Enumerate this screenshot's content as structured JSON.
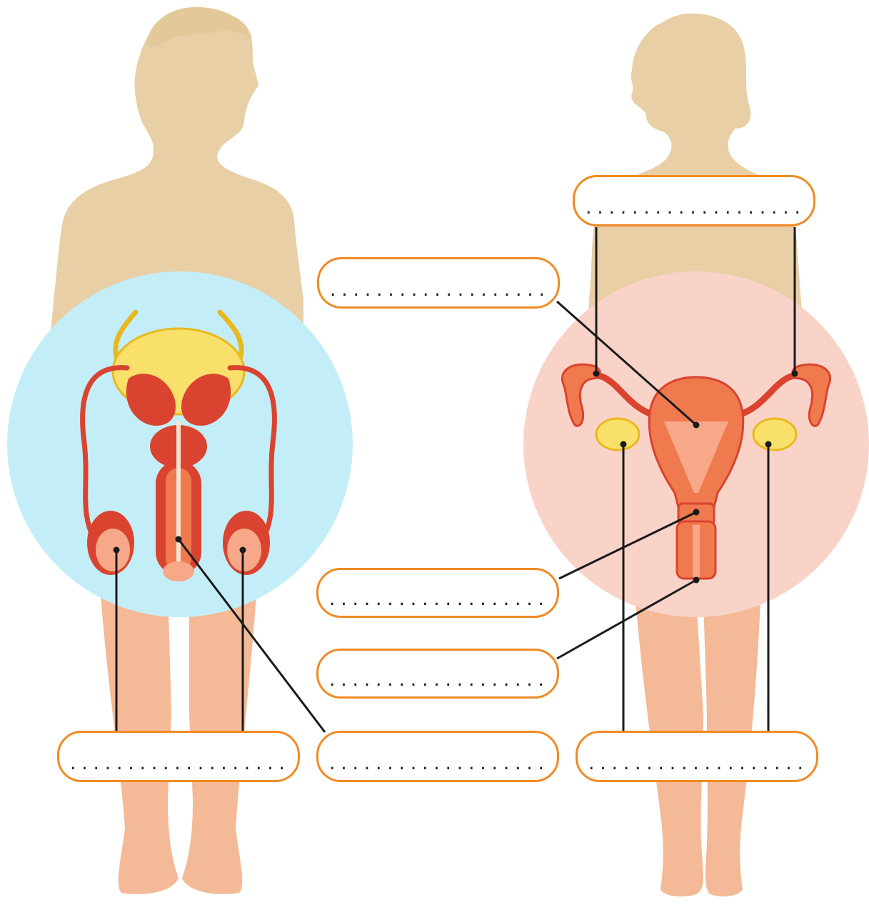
{
  "diagram": {
    "figures": [
      {
        "name": "male",
        "body_color": "#e8cfa6",
        "leg_color": "#f4b996",
        "circle_color": "#c4eef7"
      },
      {
        "name": "female",
        "body_color": "#e8cfa6",
        "leg_color": "#f4b996",
        "circle_color": "#f9d3c8"
      }
    ],
    "organ_colors": {
      "red": "#d9432f",
      "orange": "#ef7a4e",
      "yellow": "#f8e06a",
      "yellow_edge": "#e8b820",
      "light": "#f6a888"
    },
    "label_boxes": [
      {
        "id": "female-top",
        "text": "..................."
      },
      {
        "id": "center-top",
        "text": "..................."
      },
      {
        "id": "center-mid",
        "text": "..................."
      },
      {
        "id": "center-lower",
        "text": "..................."
      },
      {
        "id": "male-bottom",
        "text": "..................."
      },
      {
        "id": "center-bottom",
        "text": "..................."
      },
      {
        "id": "female-bottom",
        "text": "..................."
      }
    ],
    "label_border_color": "#f08a24",
    "leader_line_color": "#1a1a1a"
  }
}
